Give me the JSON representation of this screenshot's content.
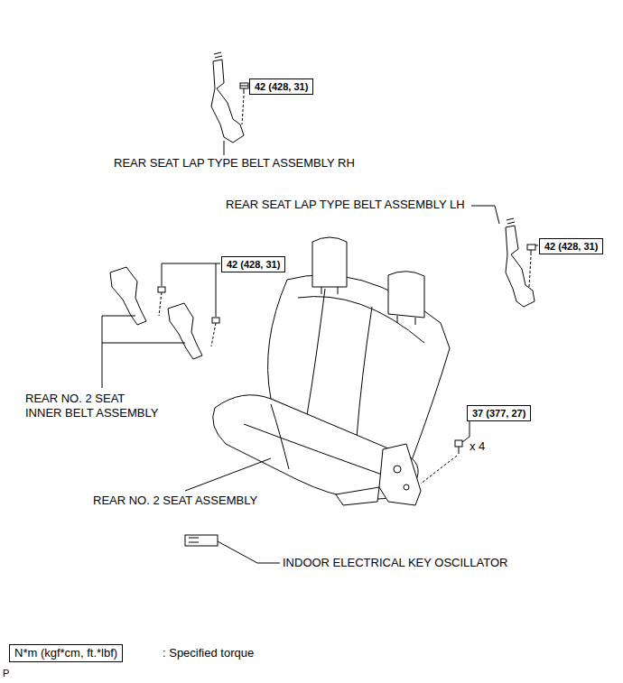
{
  "diagram": {
    "nodes": [
      {
        "text": [
          "42 (428, 31)"
        ]
      },
      {
        "text": [
          "42 (428, 31)"
        ]
      },
      {
        "text": [
          "42 (428, 31)"
        ]
      },
      {
        "text": [
          "37 (377, 27)"
        ]
      },
      {
        "text": [
          "N*m (kgf*cm, ft.*lbf)"
        ]
      }
    ],
    "labels": [
      "REAR SEAT LAP TYPE BELT ASSEMBLY RH",
      "REAR SEAT LAP TYPE BELT ASSEMBLY LH",
      "REAR NO. 2 SEAT INNER BELT ASSEMBLY",
      "x 4",
      "REAR NO. 2 SEAT ASSEMBLY",
      "INDOOR ELECTRICAL KEY OSCILLATOR",
      ": Specified torque",
      "P"
    ]
  }
}
